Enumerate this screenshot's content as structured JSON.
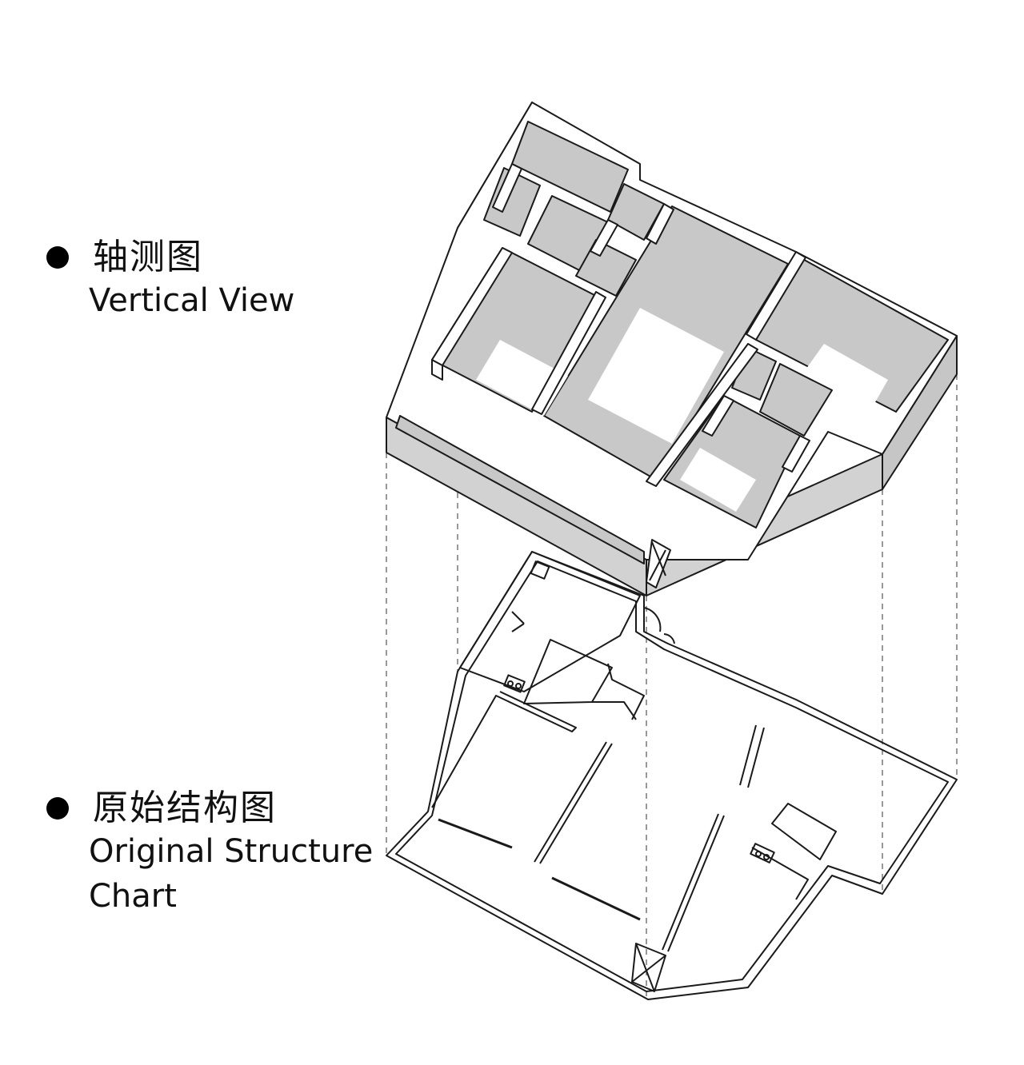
{
  "legend": {
    "items": [
      {
        "zh": "轴测图",
        "en_lines": [
          "Vertical View"
        ]
      },
      {
        "zh": "原始结构图",
        "en_lines": [
          "Original Structure",
          "Chart"
        ]
      }
    ]
  },
  "colors": {
    "background": "#ffffff",
    "wall_top": "#ffffff",
    "wall_stroke": "#1a1a1a",
    "shadow": "#c8c8c8",
    "dashed_guides": "#555555"
  },
  "icons": [
    "bullet-dot-icon",
    "door-swing-icon",
    "sink-icon",
    "stove-icon",
    "elevator-shaft-icon"
  ]
}
